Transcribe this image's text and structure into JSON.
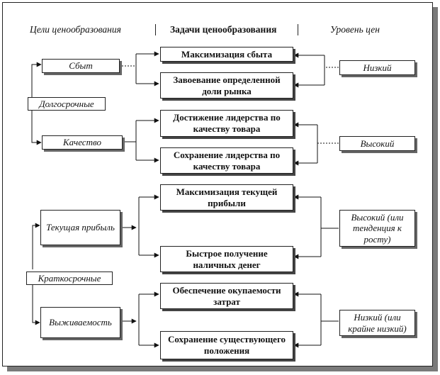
{
  "headers": {
    "goals": "Цели ценообразования",
    "tasks": "Задачи ценообразования",
    "price_level": "Уровень цен"
  },
  "terms": {
    "long_term": "Долгосрочные",
    "short_term": "Краткосрочные"
  },
  "goals": [
    {
      "id": "sales",
      "label": "Сбыт"
    },
    {
      "id": "quality",
      "label": "Качество"
    },
    {
      "id": "current-profit",
      "label": "Текущая прибыль"
    },
    {
      "id": "survival",
      "label": "Выживаемость"
    }
  ],
  "tasks": [
    {
      "id": "max-sales",
      "label": "Максимизация сбыта"
    },
    {
      "id": "market-share",
      "label": "Завоевание определенной доли рынка"
    },
    {
      "id": "quality-leadership",
      "label": "Достижение лидерства по качеству товара"
    },
    {
      "id": "keep-quality-leadership",
      "label": "Сохранение лидерства по качеству товара"
    },
    {
      "id": "max-current-profit",
      "label": "Максимизация текущей прибыли"
    },
    {
      "id": "fast-cash",
      "label": "Быстрое получение наличных денег"
    },
    {
      "id": "cost-recovery",
      "label": "Обеспечение окупаемости затрат"
    },
    {
      "id": "status-quo",
      "label": "Сохранение существующего положения"
    }
  ],
  "prices": [
    {
      "id": "low",
      "label": "Низкий"
    },
    {
      "id": "high",
      "label": "Высокий"
    },
    {
      "id": "high-or-rising",
      "label": "Высокий (или тенденция к росту)"
    },
    {
      "id": "low-or-very-low",
      "label": "Низкий (или крайне низкий)"
    }
  ]
}
